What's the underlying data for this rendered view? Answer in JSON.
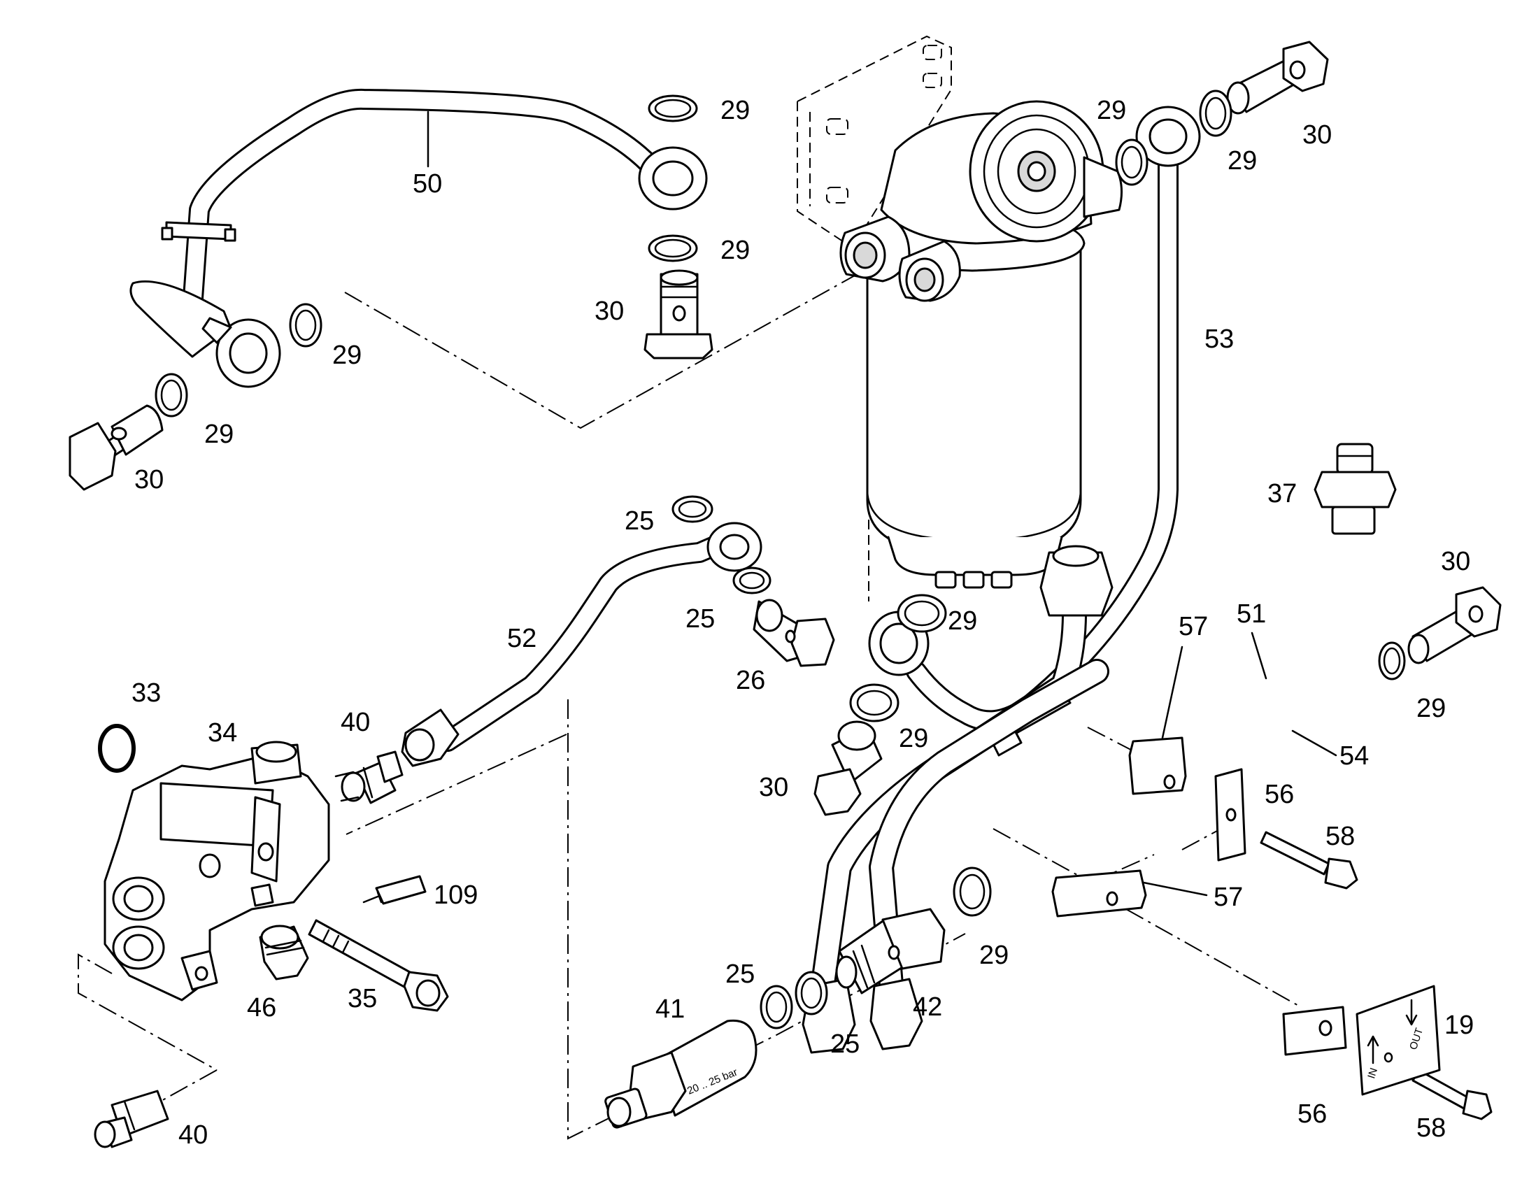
{
  "callouts": [
    {
      "id": "c-29-a",
      "text": "29"
    },
    {
      "id": "c-50",
      "text": "50"
    },
    {
      "id": "c-29-b",
      "text": "29"
    },
    {
      "id": "c-30-a",
      "text": "30"
    },
    {
      "id": "c-29-c",
      "text": "29"
    },
    {
      "id": "c-29-d",
      "text": "29"
    },
    {
      "id": "c-30-b",
      "text": "30"
    },
    {
      "id": "c-29-e",
      "text": "29"
    },
    {
      "id": "c-29-f",
      "text": "29"
    },
    {
      "id": "c-30-c",
      "text": "30"
    },
    {
      "id": "c-53",
      "text": "53"
    },
    {
      "id": "c-37",
      "text": "37"
    },
    {
      "id": "c-30-d",
      "text": "30"
    },
    {
      "id": "c-29-g",
      "text": "29"
    },
    {
      "id": "c-57-a",
      "text": "57"
    },
    {
      "id": "c-51",
      "text": "51"
    },
    {
      "id": "c-54",
      "text": "54"
    },
    {
      "id": "c-56-a",
      "text": "56"
    },
    {
      "id": "c-58-a",
      "text": "58"
    },
    {
      "id": "c-57-b",
      "text": "57"
    },
    {
      "id": "c-19",
      "text": "19"
    },
    {
      "id": "c-56-b",
      "text": "56"
    },
    {
      "id": "c-58-b",
      "text": "58"
    },
    {
      "id": "c-25-a",
      "text": "25"
    },
    {
      "id": "c-25-b",
      "text": "25"
    },
    {
      "id": "c-52",
      "text": "52"
    },
    {
      "id": "c-26",
      "text": "26"
    },
    {
      "id": "c-29-h",
      "text": "29"
    },
    {
      "id": "c-29-i",
      "text": "29"
    },
    {
      "id": "c-30-e",
      "text": "30"
    },
    {
      "id": "c-33",
      "text": "33"
    },
    {
      "id": "c-34",
      "text": "34"
    },
    {
      "id": "c-40-a",
      "text": "40"
    },
    {
      "id": "c-109",
      "text": "109"
    },
    {
      "id": "c-35",
      "text": "35"
    },
    {
      "id": "c-46",
      "text": "46"
    },
    {
      "id": "c-40-b",
      "text": "40"
    },
    {
      "id": "c-41",
      "text": "41"
    },
    {
      "id": "c-25-c",
      "text": "25"
    },
    {
      "id": "c-25-d",
      "text": "25"
    },
    {
      "id": "c-42",
      "text": "42"
    },
    {
      "id": "c-29-j",
      "text": "29"
    }
  ],
  "nameplate": {
    "in_label": "IN",
    "out_label": "OUT"
  },
  "valve_marking": "20 .. 25 bar"
}
